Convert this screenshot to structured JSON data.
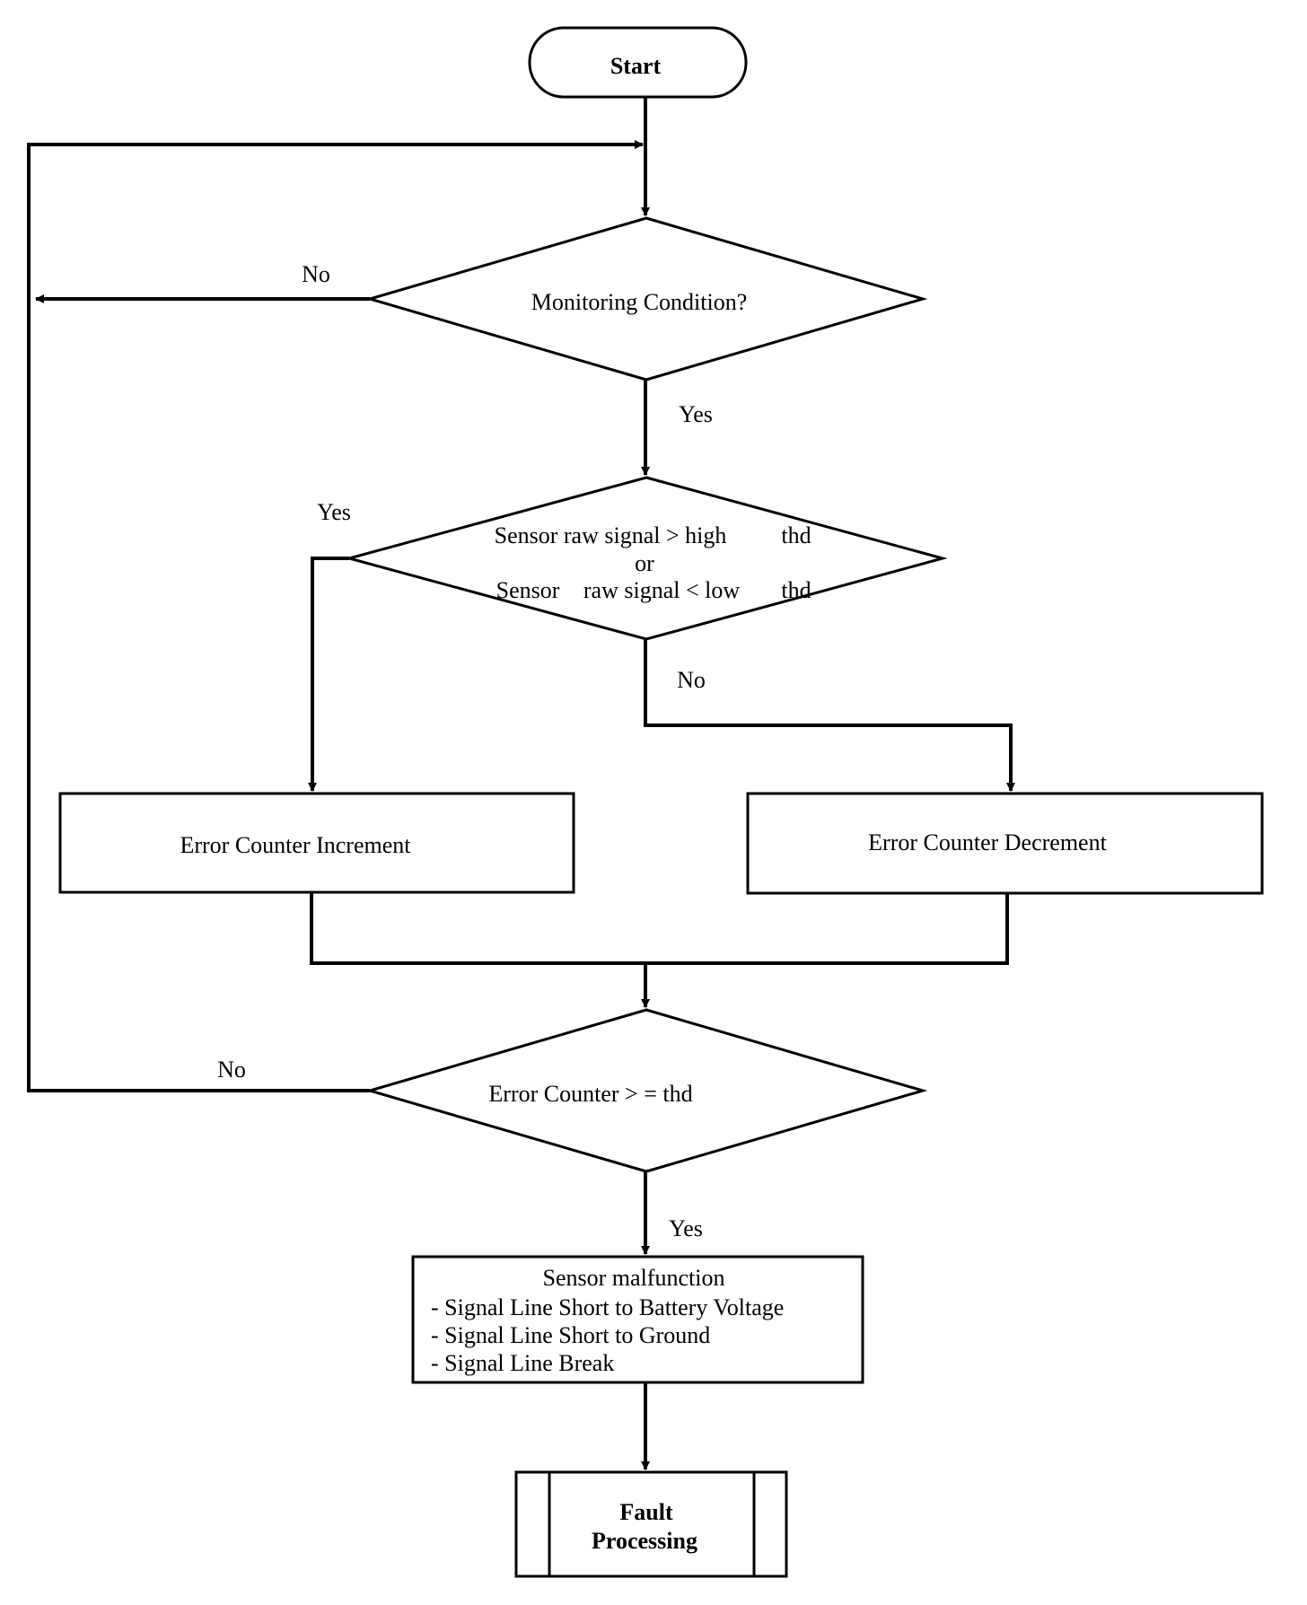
{
  "nodes": {
    "start": "Start",
    "monitoring": "Monitoring Condition?",
    "compare": {
      "line1a": "Sensor raw signal > high",
      "line1b": "thd",
      "line2": "or",
      "line3a": "Sensor",
      "line3b": "raw signal < low",
      "line3c": "thd"
    },
    "increment": "Error Counter Increment",
    "decrement": "Error Counter Decrement",
    "counter_check": "Error Counter > = thd",
    "malfunction": {
      "title": "Sensor malfunction",
      "items": [
        "- Signal Line Short to Battery Voltage",
        "- Signal Line Short to Ground",
        "- Signal Line Break"
      ]
    },
    "fault": {
      "line1": "Fault",
      "line2": "Processing"
    }
  },
  "edge_labels": {
    "monitoring_no": "No",
    "monitoring_yes": "Yes",
    "compare_yes": "Yes",
    "compare_no": "No",
    "counter_no": "No",
    "counter_yes": "Yes"
  }
}
